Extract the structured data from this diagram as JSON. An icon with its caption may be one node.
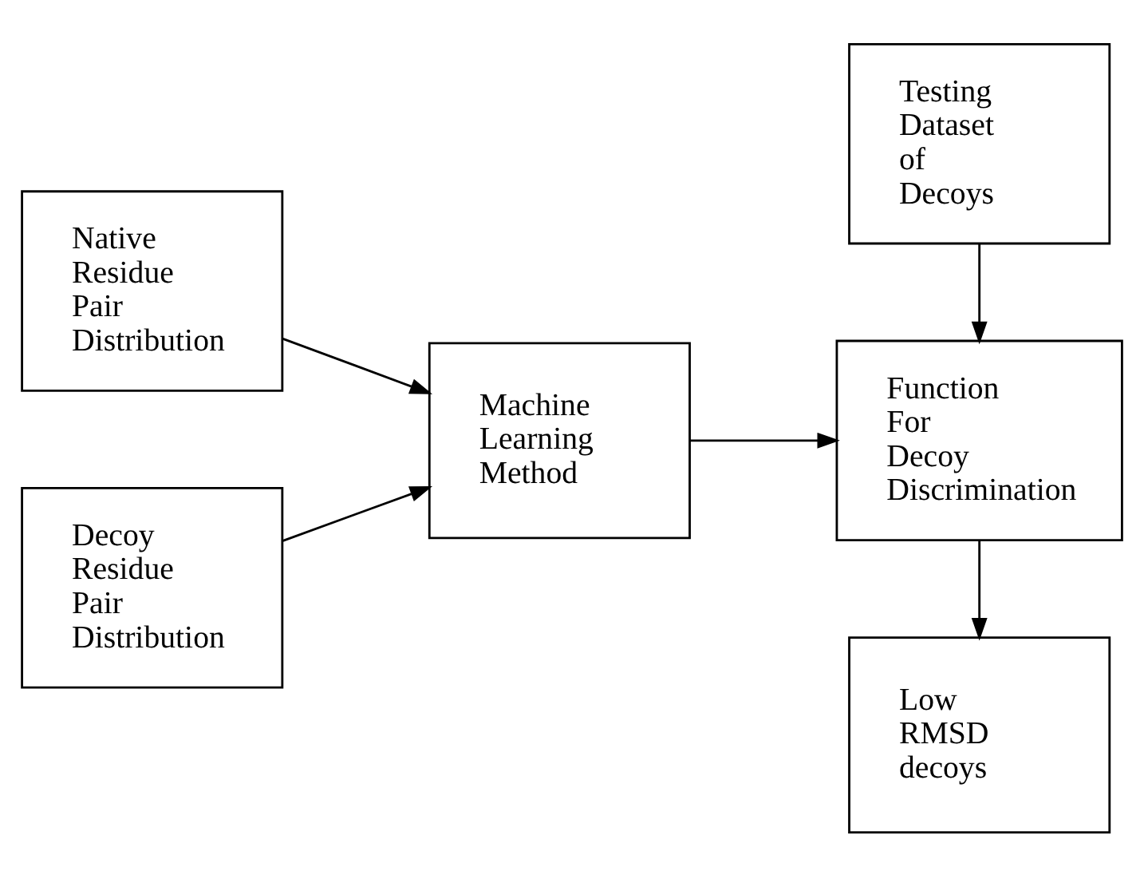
{
  "diagram": {
    "nodes": [
      {
        "text": [
          "Native Residue Pair Distribution"
        ]
      },
      {
        "text": [
          "Decoy Residue Pair Distribution"
        ]
      },
      {
        "text": [
          "Machine Learning Method"
        ]
      },
      {
        "text": [
          "Testing Dataset of Decoys"
        ]
      },
      {
        "text": [
          "Function For Decoy Discrimination"
        ]
      },
      {
        "text": [
          "Low RMSD decoys"
        ]
      }
    ],
    "edges": [
      {
        "from": 0,
        "to": 2,
        "arrow": "to"
      },
      {
        "from": 1,
        "to": 2,
        "arrow": "to"
      },
      {
        "from": 2,
        "to": 4,
        "arrow": "to"
      },
      {
        "from": 3,
        "to": 4,
        "arrow": "to"
      },
      {
        "from": 4,
        "to": 5,
        "arrow": "to"
      }
    ]
  }
}
